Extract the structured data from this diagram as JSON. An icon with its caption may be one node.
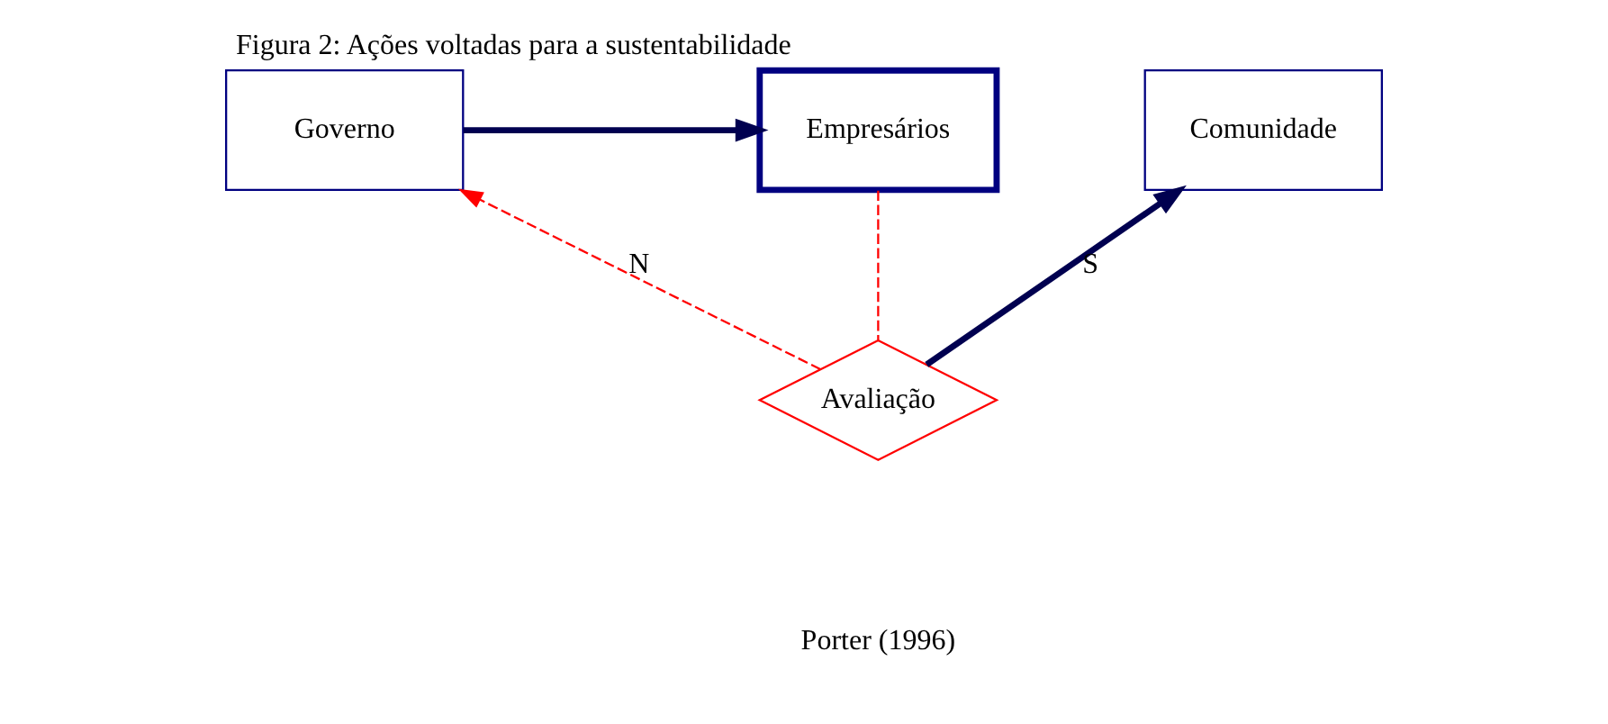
{
  "diagram": {
    "title": "Figura 2: Ações voltadas para a sustentabilidade",
    "caption": "Porter (1996)",
    "nodes": [
      {
        "text": [
          "Governo"
        ]
      },
      {
        "text": [
          "Empresários"
        ]
      },
      {
        "text": [
          "Comunidade"
        ]
      },
      {
        "text": [
          "Avaliação"
        ]
      }
    ],
    "edges": [
      {
        "from": 0,
        "to": 1,
        "arrow": "to",
        "style": "thick"
      },
      {
        "from": 1,
        "to": 3,
        "arrow": "none",
        "style": "dashed",
        "color": "#ff0000"
      },
      {
        "from": 3,
        "to": 0,
        "arrow": "to",
        "style": "dashed",
        "color": "#ff0000",
        "label": "N"
      },
      {
        "from": 3,
        "to": 2,
        "arrow": "to",
        "style": "thick",
        "label": "S"
      }
    ]
  }
}
